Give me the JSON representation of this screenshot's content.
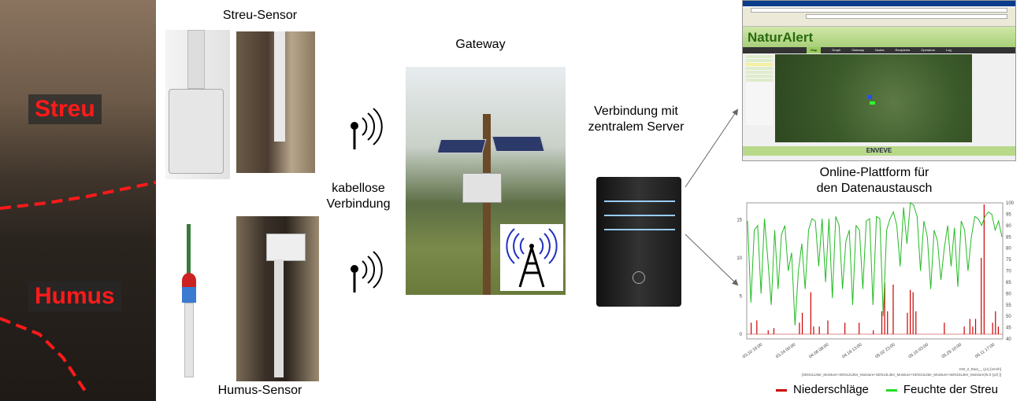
{
  "soil_photo": {
    "streu_label": "Streu",
    "humus_label": "Humus"
  },
  "labels": {
    "streu_sensor": "Streu-Sensor",
    "humus_sensor": "Humus-Sensor",
    "wireless_line1": "kabellose",
    "wireless_line2": "Verbindung",
    "gateway": "Gateway",
    "server_line1": "Verbindung mit",
    "server_line2": "zentralem Server",
    "platform_line1": "Online-Plattform für",
    "platform_line2": "den Datenaustausch"
  },
  "browser": {
    "logo": "NaturAlert",
    "nav": [
      "Map",
      "Graph",
      "Gateway",
      "Nodes",
      "Recipients",
      "Operators",
      "Log"
    ],
    "footer_logo": "ENVEVE"
  },
  "colors": {
    "rain": "#cc0000",
    "moisture": "#22bb22",
    "streu_text": "#ff1a1a"
  },
  "chart_data": {
    "type": "line",
    "y_left": {
      "range": [
        0,
        17
      ],
      "ticks": [
        0,
        5,
        10,
        15
      ]
    },
    "y_right": {
      "range": [
        40,
        100
      ],
      "ticks": [
        40,
        45,
        50,
        55,
        60,
        65,
        70,
        75,
        80,
        85,
        90,
        95,
        100
      ]
    },
    "x_ticks": [
      "03.10 16:00",
      "03.24 00:00",
      "04.06 08:00",
      "04.19 13:00",
      "05.02 23:00",
      "05.16 03:00",
      "05.29 10:00",
      "06.11 17:00"
    ],
    "series": [
      {
        "name": "Niederschläge",
        "axis": "left",
        "color": "#cc0000",
        "values": [
          0,
          1.5,
          0,
          1.8,
          0,
          0,
          0,
          0.5,
          0,
          0.8,
          0,
          0,
          0,
          0,
          0,
          0,
          0,
          0,
          1.5,
          2.8,
          0,
          0,
          5.5,
          1,
          0,
          1,
          0,
          0,
          1.8,
          0,
          0,
          0,
          0,
          0,
          1.5,
          0,
          0,
          0,
          0,
          1.5,
          0,
          0,
          0,
          0,
          0.5,
          0,
          0,
          3,
          6.8,
          3,
          0,
          6.5,
          0,
          0,
          0,
          0,
          2.8,
          5.8,
          5.5,
          3,
          0,
          0,
          0,
          0,
          0,
          0,
          0,
          0,
          0,
          1.5,
          0,
          0,
          0,
          0,
          0,
          0,
          1,
          0,
          2,
          1,
          2,
          0,
          10,
          17,
          0,
          0,
          1.5,
          3,
          1,
          0
        ]
      },
      {
        "name": "Feuchte der Streu",
        "axis": "right",
        "color": "#22bb22",
        "values": [
          92,
          56,
          88,
          90,
          60,
          93,
          75,
          55,
          88,
          62,
          86,
          90,
          70,
          78,
          46,
          70,
          82,
          62,
          88,
          93,
          92,
          72,
          93,
          65,
          93,
          58,
          94,
          90,
          62,
          83,
          88,
          55,
          90,
          88,
          62,
          92,
          93,
          55,
          94,
          93,
          50,
          88,
          93,
          96,
          90,
          72,
          98,
          82,
          100,
          99,
          94,
          70,
          92,
          85,
          62,
          88,
          83,
          66,
          80,
          90,
          72,
          89,
          63,
          92,
          88,
          70,
          85,
          94,
          93,
          90,
          94,
          96,
          95,
          88,
          92,
          85
        ]
      }
    ],
    "legend": [
      {
        "label": "Niederschläge",
        "color": "#cc0000"
      },
      {
        "label": "Feuchte der Streu",
        "color": "#22bb22"
      }
    ],
    "small_legend": [
      "GW_2_Rain__ (y1) [mm/h]",
      "(SEN11Litter_Moisture+SEN12Litter_Moisture+SEN13Litter_Moisture+SEN14Litter_Moisture+SEN15Litter_Moisture)/5.0 (y2) []"
    ],
    "grid": false
  }
}
